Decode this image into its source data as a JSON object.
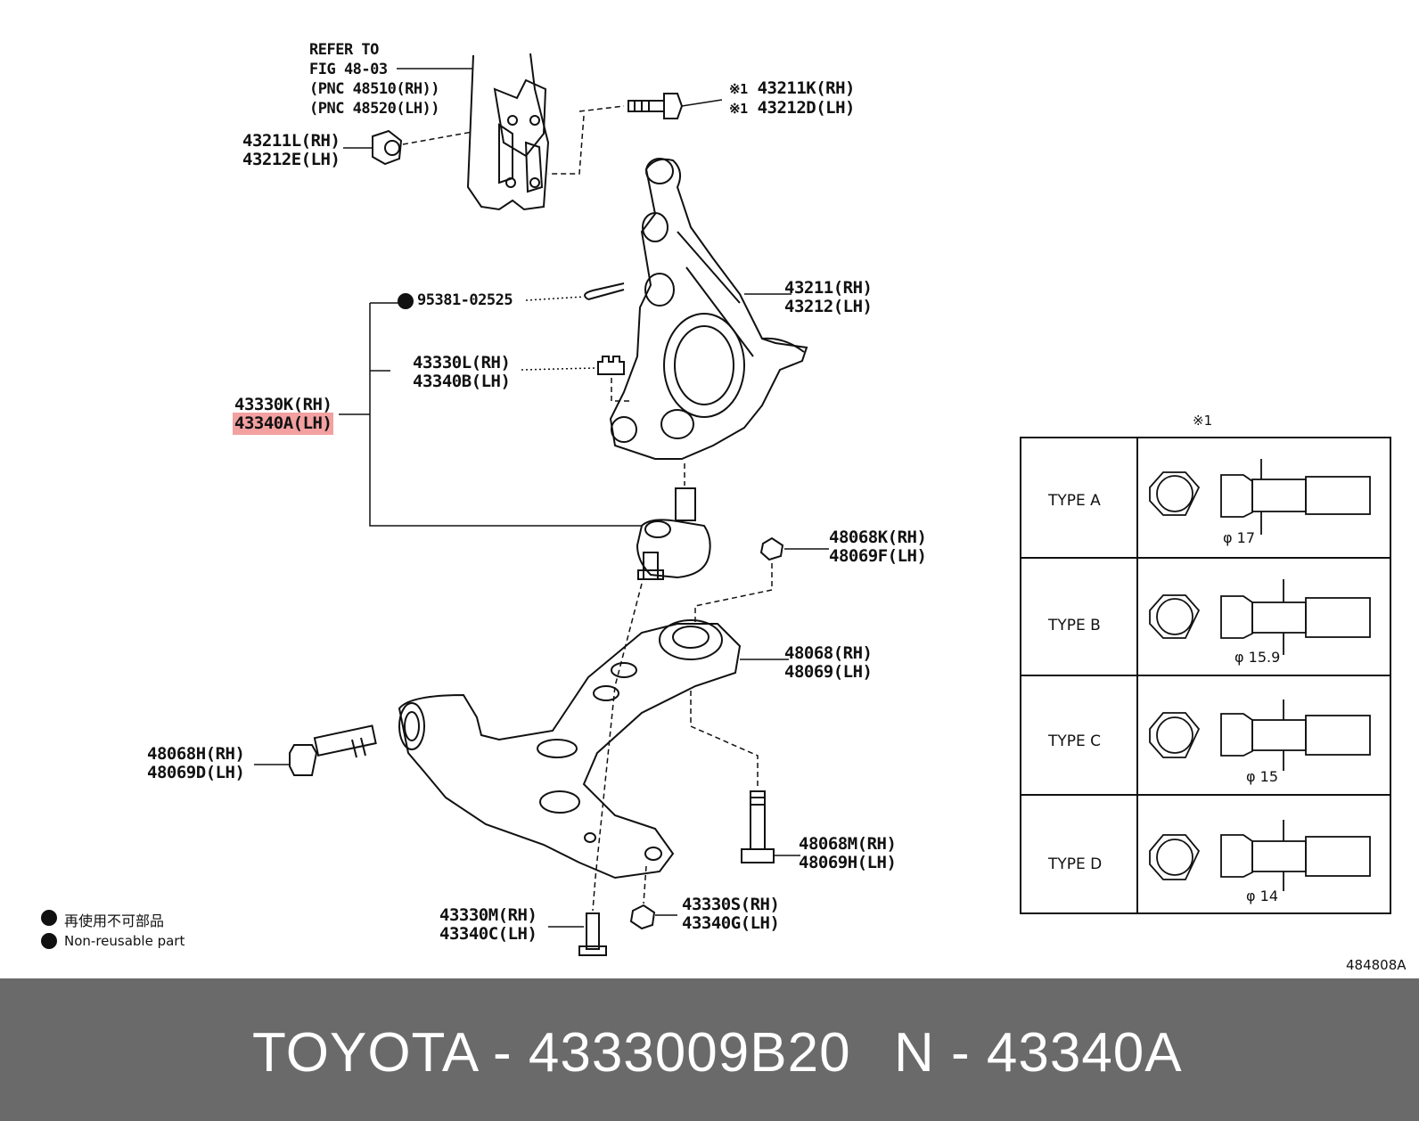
{
  "diagram": {
    "refer": [
      "REFER TO",
      "FIG 48-03",
      "(PNC 48510(RH))",
      "(PNC 48520(LH))"
    ],
    "bolt_top_rh": "43211K(RH)",
    "bolt_top_lh": "43212D(LH)",
    "mark1": "※1",
    "nut_top": [
      "43211L(RH)",
      "43212E(LH)"
    ],
    "cotter_pin": "95381-02525",
    "knuckle": [
      "43211(RH)",
      "43212(LH)"
    ],
    "castle_nut": [
      "43330L(RH)",
      "43340B(LH)"
    ],
    "ball_joint_rh": "43330K(RH)",
    "ball_joint_lh": "43340A(LH)",
    "nut_48068K": [
      "48068K(RH)",
      "48069F(LH)"
    ],
    "lower_arm": [
      "48068(RH)",
      "48069(LH)"
    ],
    "bolt_48068H": [
      "48068H(RH)",
      "48069D(LH)"
    ],
    "bolt_48068M": [
      "48068M(RH)",
      "48069H(LH)"
    ],
    "bolt_43330M": [
      "43330M(RH)",
      "43340C(LH)"
    ],
    "nut_43330S": [
      "43330S(RH)",
      "43340G(LH)"
    ],
    "legend": [
      "再使用不可部品",
      "Non-reusable part"
    ],
    "figure_code": "484808A"
  },
  "types_table": {
    "header": "※1",
    "rows": [
      {
        "label": "TYPE A",
        "dia": "φ 17"
      },
      {
        "label": "TYPE B",
        "dia": "φ 15.9"
      },
      {
        "label": "TYPE C",
        "dia": "φ 15"
      },
      {
        "label": "TYPE D",
        "dia": "φ 14"
      }
    ]
  },
  "caption": {
    "left": "TOYOTA - 4333009B20",
    "right": "N - 43340A"
  },
  "colors": {
    "highlight": "#f2a0a0",
    "bar": "#6a6a6a"
  }
}
